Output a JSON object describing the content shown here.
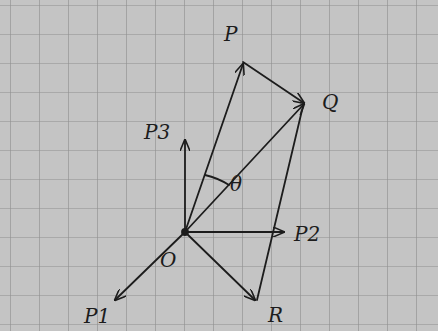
{
  "diagram": {
    "labels": [
      "P",
      "Q",
      "P3",
      "θ",
      "P2",
      "O",
      "P1",
      "R"
    ]
  }
}
